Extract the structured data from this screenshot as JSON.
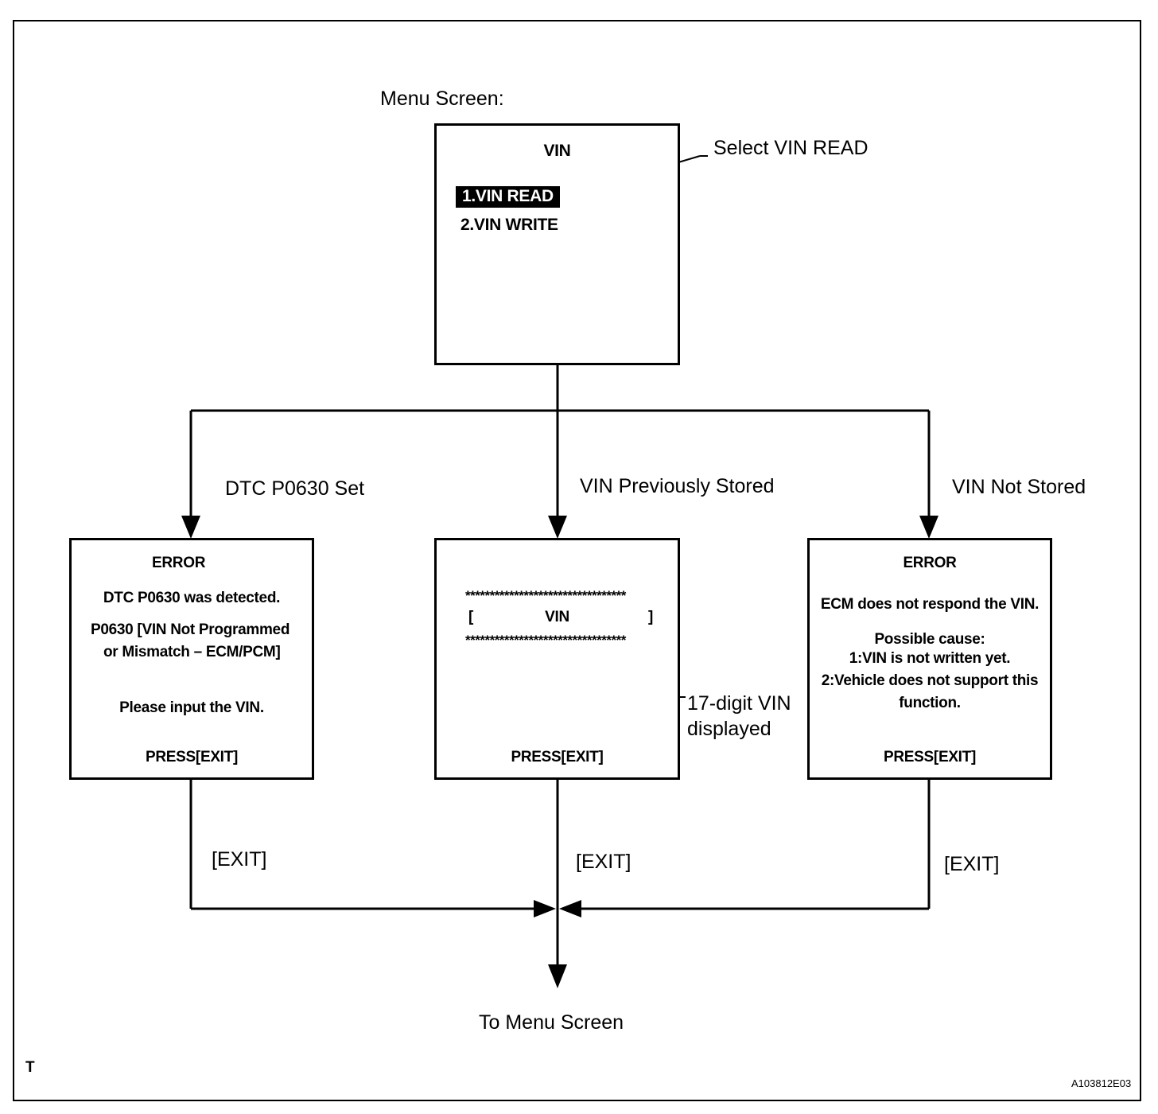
{
  "menu": {
    "label": "Menu Screen:",
    "title": "VIN",
    "item_read": "1.VIN READ",
    "item_write": "2.VIN WRITE",
    "callout": "Select VIN READ"
  },
  "branches": {
    "left": "DTC P0630 Set",
    "middle": "VIN Previously Stored",
    "right": "VIN Not Stored"
  },
  "left_screen": {
    "title": "ERROR",
    "line1": "DTC P0630 was detected.",
    "line2a": "P0630  [VIN Not Programmed",
    "line2b": "or Mismatch – ECM/PCM]",
    "line3": "Please input the VIN.",
    "footer": "PRESS[EXIT]"
  },
  "middle_screen": {
    "stars_top": "*********************************",
    "bracket_open": "[",
    "vin": "VIN",
    "bracket_close": "]",
    "stars_bottom": "*********************************",
    "footer": "PRESS[EXIT]",
    "callout_line1": "17-digit VIN",
    "callout_line2": "displayed"
  },
  "right_screen": {
    "title": "ERROR",
    "line1": "ECM does not respond the VIN.",
    "line2": "Possible cause:",
    "line3": "1:VIN is not written yet.",
    "line4": "2:Vehicle does not support this",
    "line5": "function.",
    "footer": "PRESS[EXIT]"
  },
  "exit_labels": {
    "left": "[EXIT]",
    "middle": "[EXIT]",
    "right": "[EXIT]"
  },
  "destination": "To Menu Screen",
  "corner_mark": "T",
  "figure_code": "A103812E03"
}
